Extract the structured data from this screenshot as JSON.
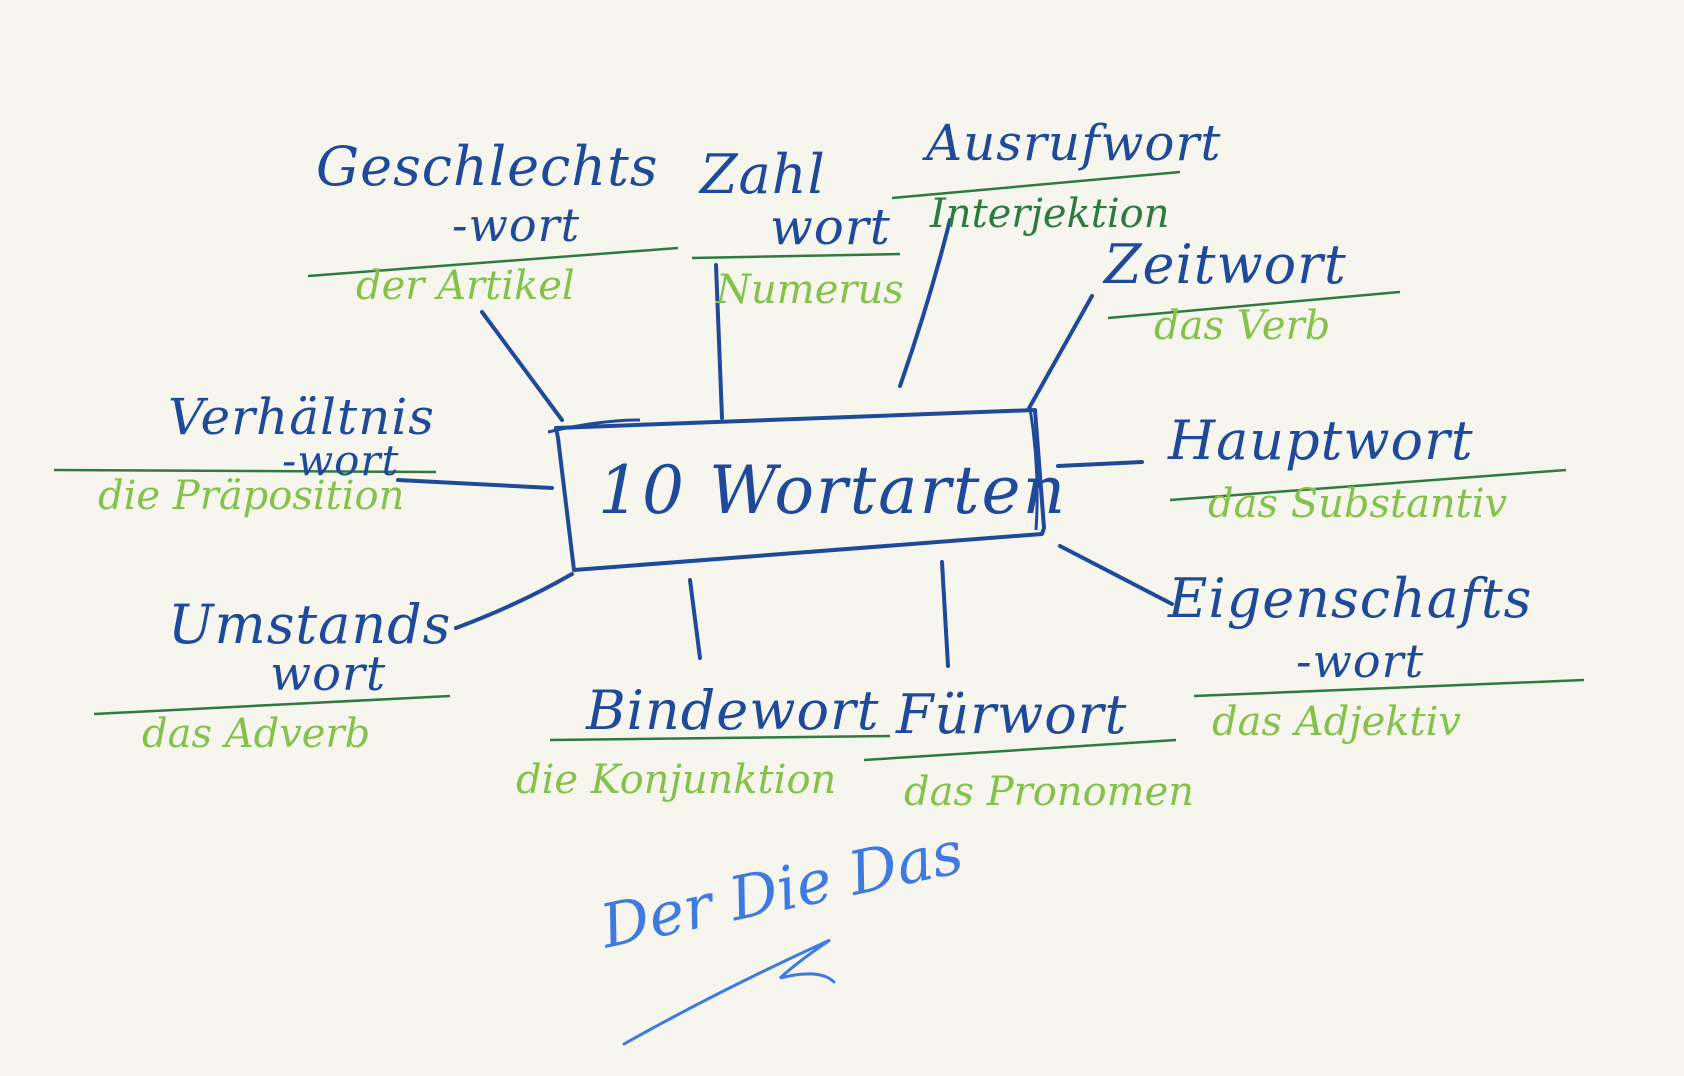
{
  "center": {
    "label": "10 Wortarten"
  },
  "word_types": [
    {
      "id": "geschlechtswort",
      "german_line1": "Geschlechts",
      "german_line2": "-wort",
      "latin": "der Artikel"
    },
    {
      "id": "zahlwort",
      "german_line1": "Zahl",
      "german_line2": "wort",
      "latin": "Numerus"
    },
    {
      "id": "ausrufwort",
      "german_line1": "Ausrufwort",
      "german_line2": "",
      "latin": "Interjektion"
    },
    {
      "id": "zeitwort",
      "german_line1": "Zeitwort",
      "german_line2": "",
      "latin": "das Verb"
    },
    {
      "id": "hauptwort",
      "german_line1": "Hauptwort",
      "german_line2": "",
      "latin": "das Substantiv"
    },
    {
      "id": "eigenschaftswort",
      "german_line1": "Eigenschafts",
      "german_line2": "-wort",
      "latin": "das Adjektiv"
    },
    {
      "id": "fuerwort",
      "german_line1": "Fürwort",
      "german_line2": "",
      "latin": "das Pronomen"
    },
    {
      "id": "bindewort",
      "german_line1": "Bindewort",
      "german_line2": "",
      "latin": "die Konjunktion"
    },
    {
      "id": "umstandswort",
      "german_line1": "Umstands",
      "german_line2": "wort",
      "latin": "das Adverb"
    },
    {
      "id": "verhaeltniswort",
      "german_line1": "Verhältnis",
      "german_line2": "-wort",
      "latin": "die Präposition"
    }
  ],
  "footer_note": "Der Die Das",
  "colors": {
    "background": "#f6f6ee",
    "german_ink": "#1f4a9a",
    "latin_ink": "#86c24b",
    "latin_ink_dark": "#2f7a43",
    "underline_ink": "#2f7a43",
    "note_ink": "#3f7ae0"
  }
}
